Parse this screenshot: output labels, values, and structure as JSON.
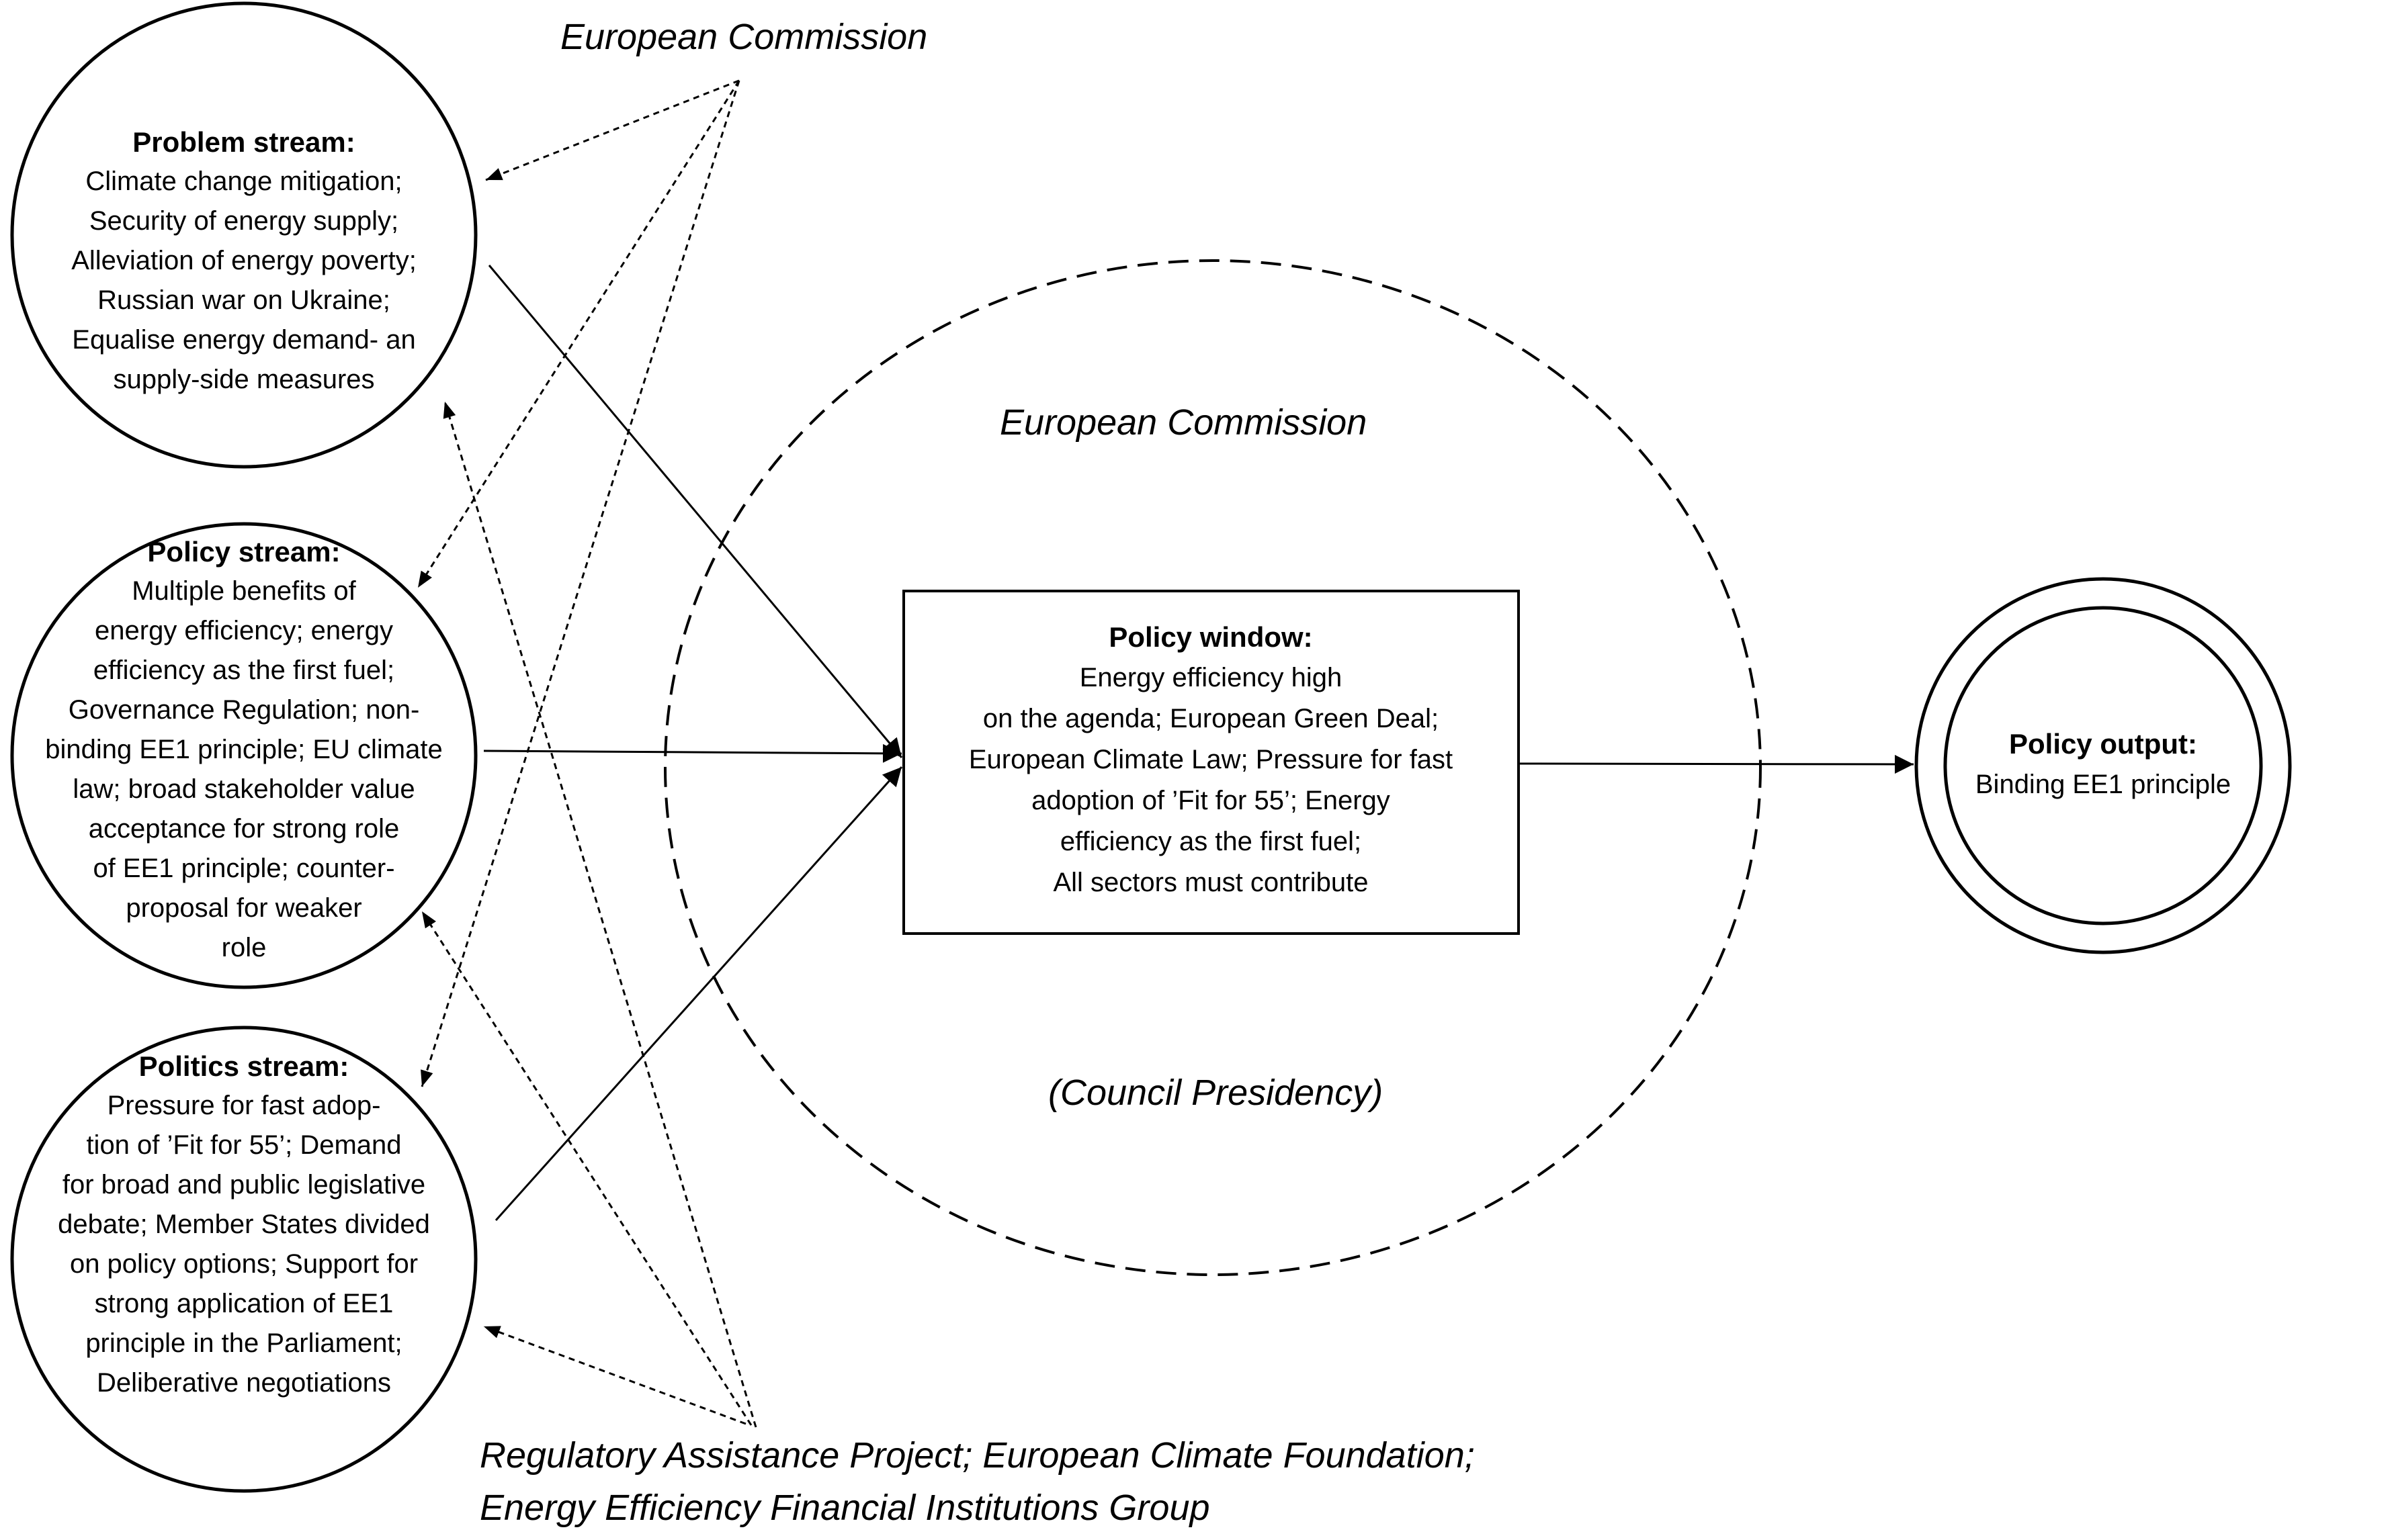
{
  "problem_stream": {
    "title": "Problem stream:",
    "lines": [
      "Climate change mitigation;",
      "Security of energy supply;",
      "Alleviation of energy poverty;",
      "Russian war on Ukraine;",
      "Equalise energy demand- an",
      "supply-side measures"
    ]
  },
  "policy_stream": {
    "title": "Policy stream:",
    "lines": [
      "Multiple benefits of",
      "energy efficiency; energy",
      "efficiency as the first fuel;",
      "Governance Regulation; non-",
      "binding EE1 principle; EU climate",
      "law; broad stakeholder value",
      "acceptance for strong role",
      "of EE1 principle; counter-",
      "proposal for weaker",
      "role"
    ]
  },
  "politics_stream": {
    "title": "Politics stream:",
    "lines": [
      "Pressure for fast adop-",
      "tion of ’Fit for 55’; Demand",
      "for broad and public legislative",
      "debate; Member States divided",
      "on policy options; Support for",
      "strong application of EE1",
      "principle in the Parliament;",
      "Deliberative negotiations"
    ]
  },
  "policy_window": {
    "title": "Policy window:",
    "lines": [
      "Energy efficiency high",
      "on the agenda; European Green Deal;",
      "European Climate Law; Pressure for fast",
      "adoption of ’Fit for 55’; Energy",
      "efficiency as the first fuel;",
      "All sectors must contribute"
    ]
  },
  "policy_output": {
    "title": "Policy output:",
    "lines": [
      "Binding EE1 principle"
    ]
  },
  "actors": {
    "top": "European Commission",
    "window_top": "European Commission",
    "window_bottom": "(Council Presidency)",
    "bottom_line1": "Regulatory Assistance Project; European Climate Foundation;",
    "bottom_line2": "Energy Efficiency Financial Institutions Group"
  }
}
